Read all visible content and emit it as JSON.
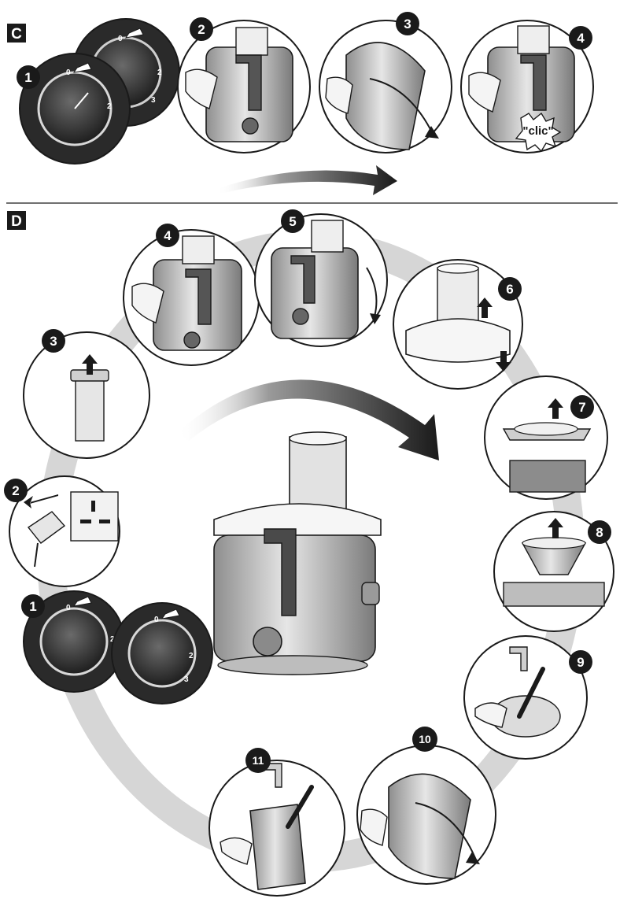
{
  "sections": {
    "c": {
      "label": "C"
    },
    "d": {
      "label": "D"
    }
  },
  "steps_c": [
    {
      "number": "1",
      "dial_a": {
        "zero": "0",
        "two": "2"
      },
      "dial_b": {
        "zero": "0",
        "two": "2",
        "three": "3"
      }
    },
    {
      "number": "2"
    },
    {
      "number": "3"
    },
    {
      "number": "4",
      "callout": "\"clic\""
    }
  ],
  "steps_d": [
    {
      "number": "1",
      "dial_a": {
        "zero": "0",
        "two": "2"
      },
      "dial_b": {
        "zero": "0",
        "two": "2",
        "three": "3"
      }
    },
    {
      "number": "2"
    },
    {
      "number": "3"
    },
    {
      "number": "4"
    },
    {
      "number": "5"
    },
    {
      "number": "6"
    },
    {
      "number": "7"
    },
    {
      "number": "8"
    },
    {
      "number": "9"
    },
    {
      "number": "10"
    },
    {
      "number": "11"
    }
  ],
  "colors": {
    "ink": "#1a1a1a",
    "panel_bg": "#ffffff",
    "ring": "#d0d0d0",
    "metal": "#bdbdbd"
  }
}
